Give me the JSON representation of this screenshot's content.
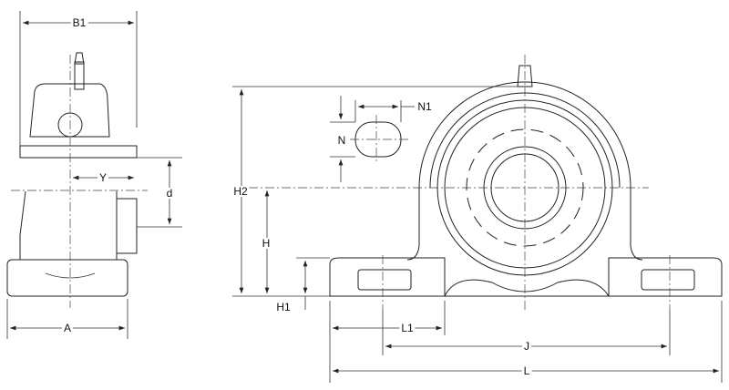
{
  "title": "Pillow block bearing dimension drawing",
  "side_view": {
    "labels": {
      "b1": "B1",
      "y": "Y",
      "d": "d",
      "a": "A"
    }
  },
  "front_view": {
    "labels": {
      "n1": "N1",
      "n": "N",
      "h2": "H2",
      "h": "H",
      "h1": "H1",
      "l1": "L1",
      "j": "J",
      "l": "L"
    }
  },
  "colors": {
    "line": "#222222",
    "background": "#ffffff"
  }
}
